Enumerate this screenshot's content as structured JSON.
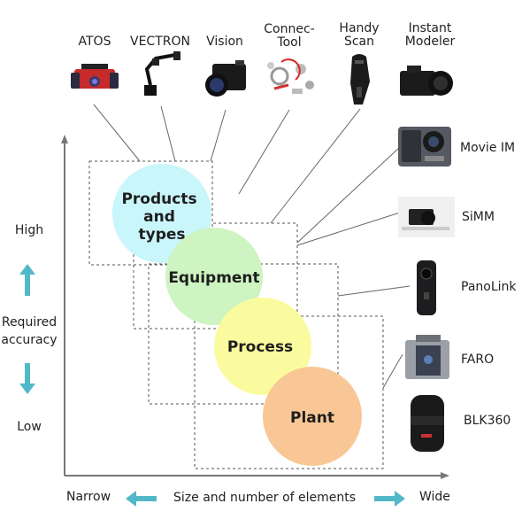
{
  "top_devices": [
    {
      "label": "ATOS",
      "icon": "atos-sensor-icon"
    },
    {
      "label": "VECTRON",
      "icon": "vectron-arm-icon"
    },
    {
      "label": "Vision",
      "icon": "vision-camera-icon"
    },
    {
      "label": "Connec-\nTool",
      "icon": "connectool-parts-icon"
    },
    {
      "label": "Handy\nScan",
      "icon": "handyscan-scanner-icon"
    },
    {
      "label": "Instant\nModeler",
      "icon": "instant-modeler-camera-icon"
    }
  ],
  "side_devices": [
    {
      "label": "Movie IM",
      "icon": "action-camera-icon"
    },
    {
      "label": "SiMM",
      "icon": "dslr-rig-icon"
    },
    {
      "label": "PanoLink",
      "icon": "panoramic-camera-icon"
    },
    {
      "label": "FARO",
      "icon": "faro-laser-scanner-icon"
    },
    {
      "label": "BLK360",
      "icon": "blk360-scanner-icon"
    }
  ],
  "circles": [
    {
      "label": "Products\nand\ntypes",
      "color": "#c9f6fb"
    },
    {
      "label": "Equipment",
      "color": "#cdf4c1"
    },
    {
      "label": "Process",
      "color": "#fafb9f"
    },
    {
      "label": "Plant",
      "color": "#f9c796"
    }
  ],
  "y_axis": {
    "high": "High",
    "title": "Required\naccuracy",
    "low": "Low"
  },
  "x_axis": {
    "narrow": "Narrow",
    "title": "Size and number of elements",
    "wide": "Wide"
  },
  "colors": {
    "arrow": "#52b8c9",
    "axis": "#777777",
    "dashed": "#555555",
    "connector": "#666666"
  }
}
